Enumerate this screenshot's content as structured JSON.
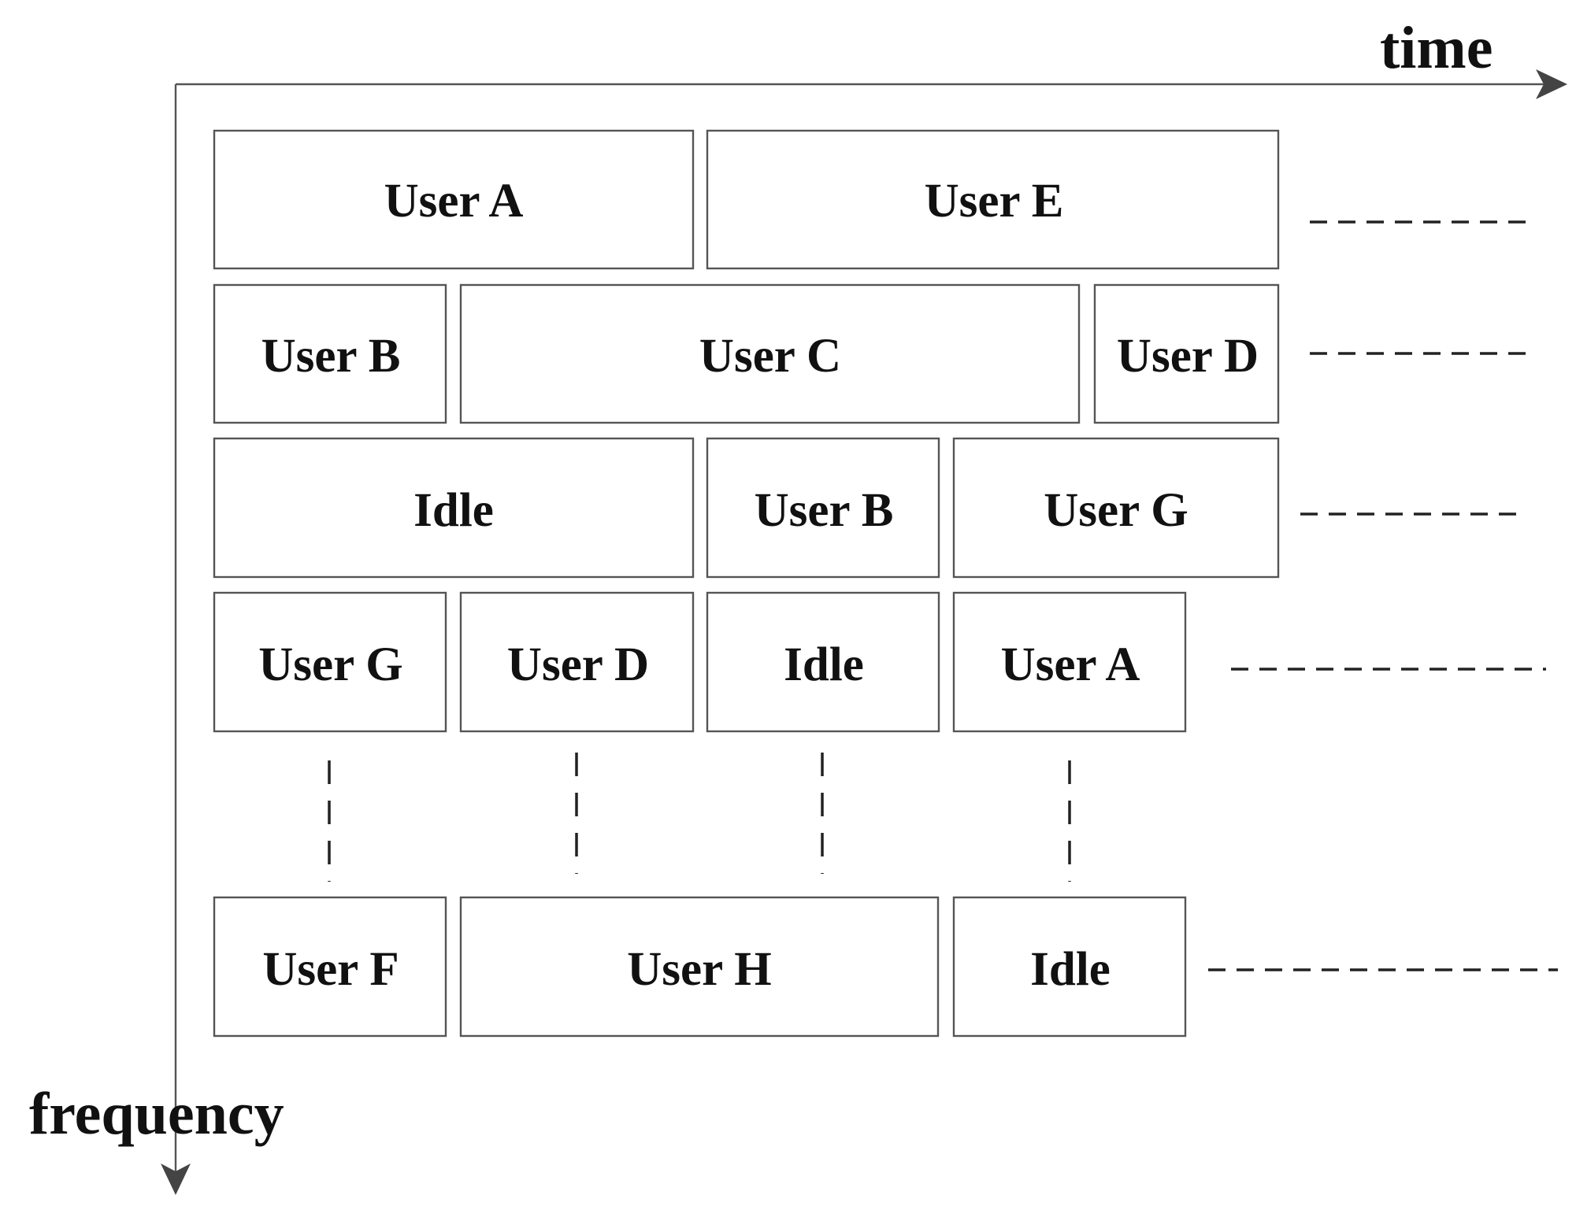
{
  "axes": {
    "time_label": "time",
    "frequency_label": "frequency"
  },
  "rows": [
    {
      "cells": [
        "User A",
        "User E"
      ]
    },
    {
      "cells": [
        "User B",
        "User C",
        "User D"
      ]
    },
    {
      "cells": [
        "Idle",
        "User B",
        "User G"
      ]
    },
    {
      "cells": [
        "User G",
        "User D",
        "Idle",
        "User A"
      ]
    },
    {
      "cells": [
        "User F",
        "User H",
        "Idle"
      ]
    }
  ],
  "colors": {
    "box_stroke": "#555555",
    "text": "#111111",
    "axis": "#444444"
  }
}
